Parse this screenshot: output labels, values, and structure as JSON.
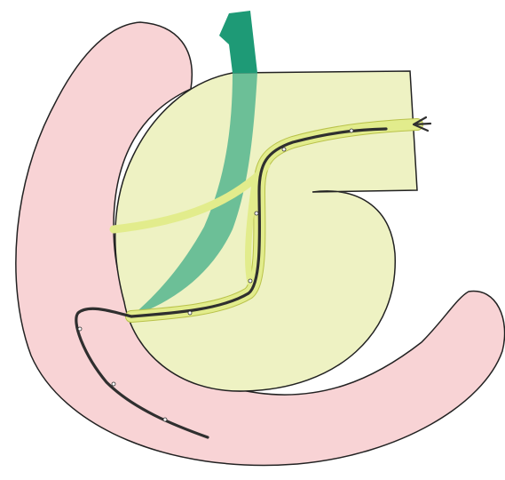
{
  "figure": {
    "colors": {
      "background": "#ffffff",
      "duodenum_fill": "#f8d3d5",
      "pancreas_fill": "#eef2c3",
      "duct_fill": "#e2ec8c",
      "duct_edge": "#b9c24a",
      "bile_duct_fill": "#3aab86",
      "bile_duct_dark": "#1e9a76",
      "catheter": "#2f2f2f",
      "outline": "#222222"
    },
    "structures": [
      {
        "name": "duodenum",
        "icon": "duodenum-shape"
      },
      {
        "name": "pancreas",
        "icon": "pancreas-shape"
      },
      {
        "name": "pancreatic-duct",
        "icon": "duct-shape"
      },
      {
        "name": "common-bile-duct",
        "icon": "bile-duct-shape"
      },
      {
        "name": "catheter",
        "icon": "catheter-line"
      }
    ]
  }
}
